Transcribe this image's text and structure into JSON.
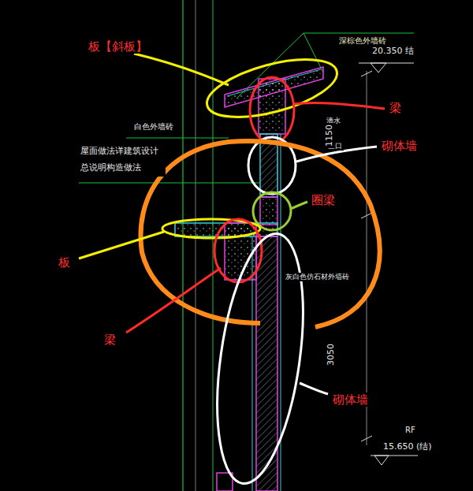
{
  "diagram": {
    "labels": [
      "深棕色外墙砖",
      "板【斜板】",
      "20.350 结",
      "梁",
      "滴水",
      "白色外墙砖",
      "砌体墙",
      "企口",
      "1150",
      "屋面做法详建筑设计 总说明构造做法",
      "圈梁",
      "板",
      "灰白色仿石材外墙砖",
      "梁",
      "3050",
      "砌体墙",
      "RF",
      "15.650 (结)"
    ]
  }
}
